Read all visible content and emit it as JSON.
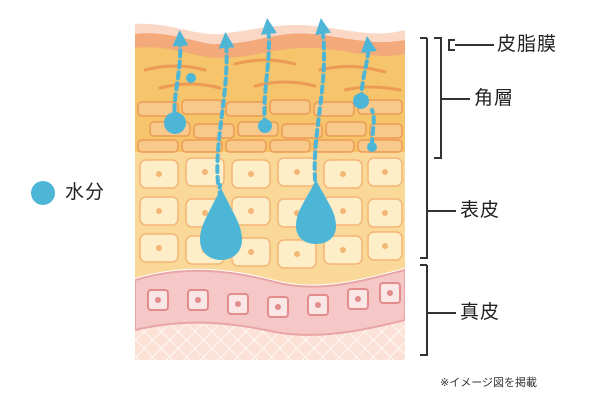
{
  "legend": {
    "water_label": "水分"
  },
  "labels": {
    "sebum_membrane": "皮脂膜",
    "stratum_corneum": "角層",
    "epidermis": "表皮",
    "dermis": "真皮"
  },
  "note": "※イメージ図を掲載",
  "colors": {
    "water": "#4db6d6",
    "sebum": "#f3a97a",
    "corneum": "#f6c46a",
    "epidermis": "#fad998",
    "dermis": "#f6c7c7",
    "bracket": "#333333"
  }
}
